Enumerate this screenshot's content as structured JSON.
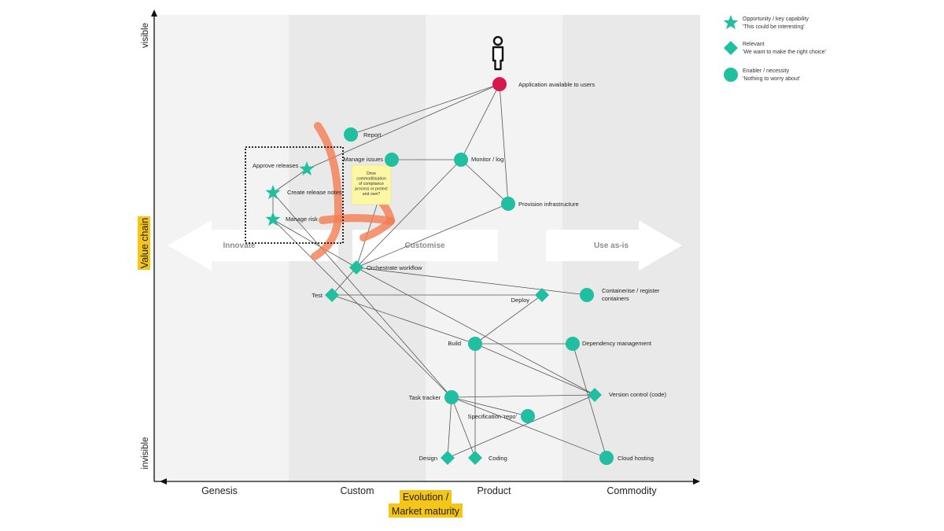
{
  "axes": {
    "y_title": "Value chain",
    "y_top": "visible",
    "y_bottom": "invisible",
    "x_title_line1": "Evolution /",
    "x_title_line2": "Market maturity",
    "stages": [
      "Genesis",
      "Custom",
      "Product",
      "Commodity"
    ]
  },
  "bands": {
    "innovate": "Innovate",
    "customise": "Customise",
    "use_as_is": "Use as-is"
  },
  "sticky_note": "Drive commoditisation of compliance process or protect and own?",
  "legend": [
    {
      "shape": "star",
      "title": "Opportunity / key capability",
      "subtitle": "'This could be interesting'"
    },
    {
      "shape": "diamond",
      "title": "Relevant",
      "subtitle": "'We want to make the right choice'"
    },
    {
      "shape": "circle",
      "title": "Enabler / necessity",
      "subtitle": "'Nothing to worry about'"
    }
  ],
  "components": {
    "app": {
      "label": "Application available to users",
      "shape": "circle"
    },
    "report": {
      "label": "Report",
      "shape": "circle"
    },
    "approve": {
      "label": "Approve releases",
      "shape": "star"
    },
    "release_notes": {
      "label": "Create release notes",
      "shape": "star"
    },
    "risk": {
      "label": "Manage risk",
      "shape": "star"
    },
    "issues": {
      "label": "Manage issues",
      "shape": "circle"
    },
    "monitor": {
      "label": "Monitor / log",
      "shape": "circle"
    },
    "provision": {
      "label": "Provision infrastructure",
      "shape": "circle"
    },
    "orchestrate": {
      "label": "Orchestrate workflow",
      "shape": "diamond"
    },
    "test": {
      "label": "Test",
      "shape": "diamond"
    },
    "deploy": {
      "label": "Deploy",
      "shape": "diamond"
    },
    "containerise": {
      "label": "Containerise / register containers",
      "shape": "circle"
    },
    "build": {
      "label": "Build",
      "shape": "circle"
    },
    "dependency": {
      "label": "Dependency management",
      "shape": "circle"
    },
    "task": {
      "label": "Task tracker",
      "shape": "circle"
    },
    "vcs": {
      "label": "Version control (code)",
      "shape": "diamond"
    },
    "spec": {
      "label": "Specification 'repo'",
      "shape": "circle"
    },
    "design": {
      "label": "Design",
      "shape": "diamond"
    },
    "coding": {
      "label": "Coding",
      "shape": "diamond"
    },
    "hosting": {
      "label": "Cloud hosting",
      "shape": "circle"
    }
  },
  "links": [
    [
      "app",
      "report"
    ],
    [
      "app",
      "approve"
    ],
    [
      "app",
      "monitor"
    ],
    [
      "app",
      "provision"
    ],
    [
      "monitor",
      "issues"
    ],
    [
      "monitor",
      "provision"
    ],
    [
      "monitor",
      "orchestrate"
    ],
    [
      "issues",
      "orchestrate"
    ],
    [
      "provision",
      "orchestrate"
    ],
    [
      "approve",
      "release_notes"
    ],
    [
      "risk",
      "release_notes"
    ],
    [
      "risk",
      "orchestrate"
    ],
    [
      "risk",
      "task"
    ],
    [
      "release_notes",
      "task"
    ],
    [
      "orchestrate",
      "test"
    ],
    [
      "orchestrate",
      "containerise"
    ],
    [
      "orchestrate",
      "vcs"
    ],
    [
      "test",
      "deploy"
    ],
    [
      "test",
      "build"
    ],
    [
      "deploy",
      "build"
    ],
    [
      "build",
      "vcs"
    ],
    [
      "build",
      "dependency"
    ],
    [
      "build",
      "coding"
    ],
    [
      "dependency",
      "hosting"
    ],
    [
      "task",
      "vcs"
    ],
    [
      "task",
      "design"
    ],
    [
      "task",
      "coding"
    ],
    [
      "task",
      "spec"
    ],
    [
      "task",
      "hosting"
    ],
    [
      "vcs",
      "design"
    ]
  ],
  "colors": {
    "node": "#1fbfa0",
    "user_need": "#d8174c",
    "highlight": "#f5c518",
    "annotation": "#f27d52",
    "sticky": "#fdf7a4"
  }
}
